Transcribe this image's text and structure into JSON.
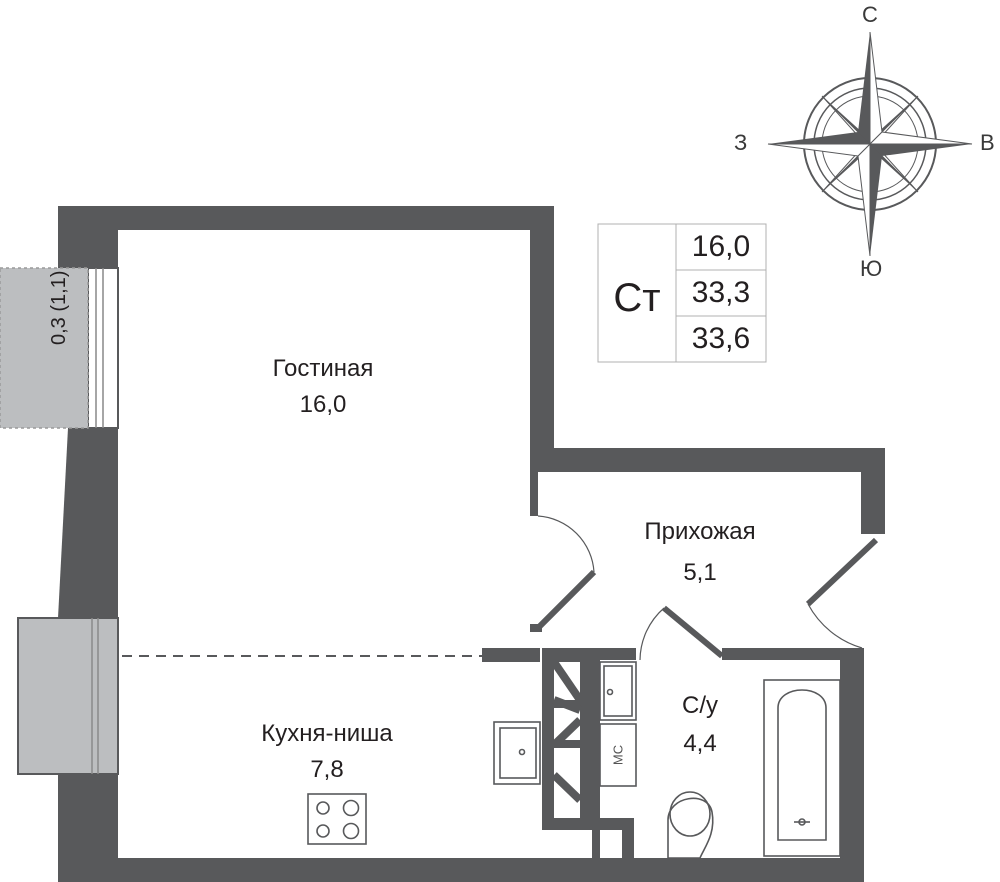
{
  "compass": {
    "north": "С",
    "south": "Ю",
    "west": "З",
    "east": "В"
  },
  "info_box": {
    "type": "Ст",
    "living_area": "16,0",
    "total_area": "33,3",
    "total_with_balcony": "33,6"
  },
  "balcony": {
    "label": "0,3 (1,1)"
  },
  "rooms": [
    {
      "name": "Гостиная",
      "area": "16,0"
    },
    {
      "name": "Прихожая",
      "area": "5,1"
    },
    {
      "name": "С/у",
      "area": "4,4"
    },
    {
      "name": "Кухня-ниша",
      "area": "7,8"
    }
  ],
  "fixtures": {
    "washing_machine": "МС"
  },
  "colors": {
    "wall": "#58595b",
    "window": "#bcbec0",
    "line": "#555555"
  }
}
